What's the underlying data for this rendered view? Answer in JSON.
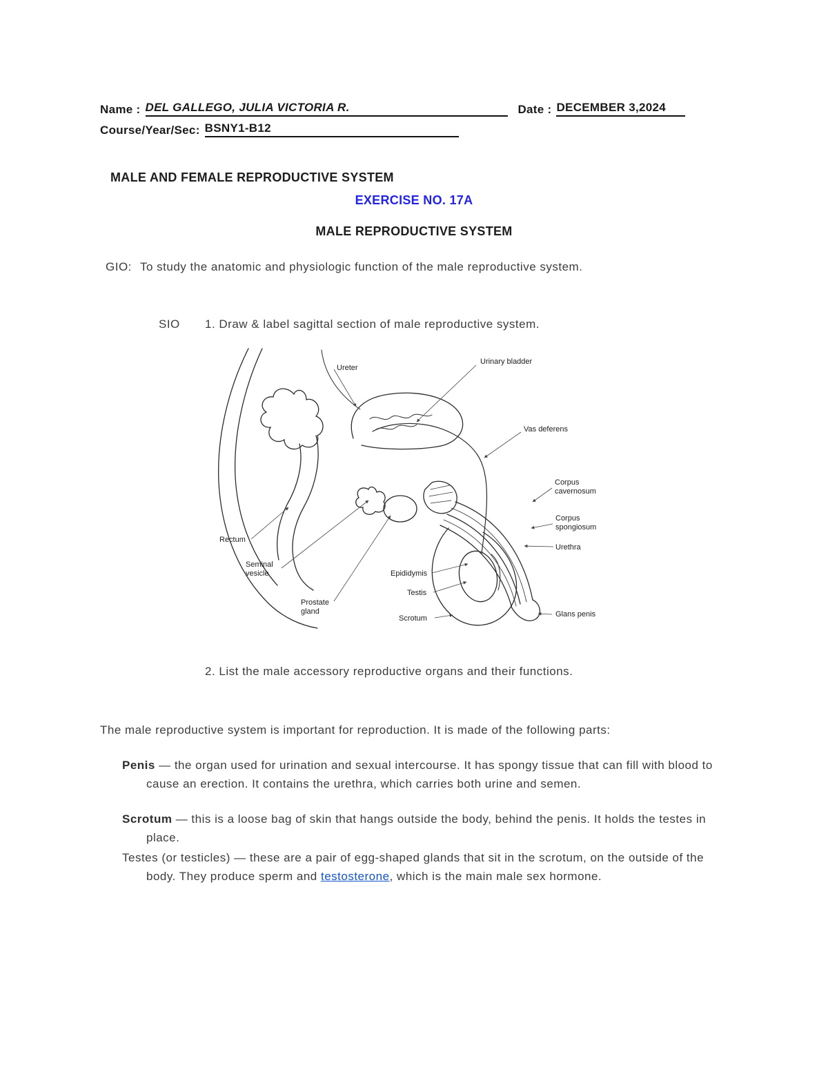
{
  "header": {
    "name_label": "Name :",
    "name_value": "DEL GALLEGO, JULIA VICTORIA R.",
    "date_label": "Date :",
    "date_value": "DECEMBER 3,2024",
    "course_label": "Course/Year/Sec:",
    "course_value": "BSNY1-B12"
  },
  "titles": {
    "main_title": "MALE AND FEMALE REPRODUCTIVE SYSTEM",
    "exercise_no": "EXERCISE NO. 17A",
    "section_title": "MALE REPRODUCTIVE SYSTEM"
  },
  "objectives": {
    "gio_label": "GIO:",
    "gio_text": "To study the anatomic and physiologic function of the male reproductive system.",
    "sio_label": "SIO",
    "sio_item_1": "1. Draw & label sagittal section of male reproductive system.",
    "sio_item_2": "2. List the male accessory reproductive organs and their functions."
  },
  "diagram": {
    "labels": {
      "ureter": "Ureter",
      "urinary_bladder": "Urinary bladder",
      "vas_deferens": "Vas deferens",
      "corpus_cavernosum_1": "Corpus",
      "corpus_cavernosum_2": "cavernosum",
      "corpus_spongiosum_1": "Corpus",
      "corpus_spongiosum_2": "spongiosum",
      "urethra": "Urethra",
      "rectum": "Rectum",
      "seminal_vesicle_1": "Seminal",
      "seminal_vesicle_2": "vesicle",
      "epididymis": "Epididymis",
      "testis": "Testis",
      "prostate_gland_1": "Prostate",
      "prostate_gland_2": "gland",
      "scrotum": "Scrotum",
      "glans_penis": "Glans penis"
    }
  },
  "body": {
    "intro": "The male reproductive system is important for reproduction. It is made of the following parts:",
    "penis_term": "Penis",
    "penis_desc": "— the organ used for urination and sexual intercourse. It has spongy tissue that can fill with blood to cause an erection. It contains the urethra, which carries both urine and semen.",
    "scrotum_term": "Scrotum",
    "scrotum_desc": "— this is a loose bag of skin that hangs outside the body, behind the penis. It holds the testes in place.",
    "testes_lead": "Testes (or testicles) — these are a pair of egg-shaped glands that sit in the scrotum, on the outside of the body. They produce sperm and",
    "testes_link": "testosterone",
    "testes_tail": ", which is the main male sex hormone."
  },
  "colors": {
    "exercise_blue": "#2222e8",
    "link_blue": "#1155cc"
  }
}
